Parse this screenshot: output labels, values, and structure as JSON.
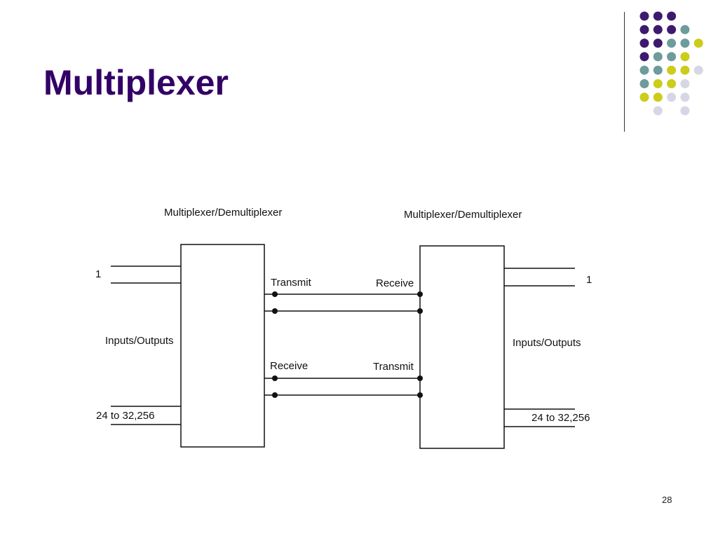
{
  "slide": {
    "title": "Multiplexer",
    "page_number": "28"
  },
  "theme": {
    "title_color": "#330066",
    "dot_colors": {
      "purple": "#3d1a6e",
      "teal": "#6e9b9b",
      "yellow": "#cccc1a",
      "lavender": "#d6d6e6"
    },
    "dot_pattern": [
      [
        "purple",
        "purple",
        "purple",
        null,
        null
      ],
      [
        "purple",
        "purple",
        "purple",
        "teal",
        null
      ],
      [
        "purple",
        "purple",
        "teal",
        "teal",
        "yellow"
      ],
      [
        "purple",
        "teal",
        "teal",
        "yellow",
        null
      ],
      [
        "teal",
        "teal",
        "yellow",
        "yellow",
        "lavender"
      ],
      [
        "teal",
        "yellow",
        "yellow",
        "lavender",
        null
      ],
      [
        "yellow",
        "yellow",
        "lavender",
        "lavender",
        null
      ],
      [
        null,
        "lavender",
        null,
        "lavender",
        null
      ]
    ]
  },
  "diagram": {
    "left_unit": {
      "label": "Multiplexer/Demultiplexer",
      "input_top_label": "1",
      "inputs_outputs_label": "Inputs/Outputs",
      "input_bottom_label": "24 to 32,256",
      "transmit_label": "Transmit",
      "receive_label": "Receive"
    },
    "right_unit": {
      "label": "Multiplexer/Demultiplexer",
      "output_top_label": "1",
      "inputs_outputs_label": "Inputs/Outputs",
      "output_bottom_label": "24 to 32,256",
      "receive_label": "Receive",
      "transmit_label": "Transmit"
    }
  }
}
